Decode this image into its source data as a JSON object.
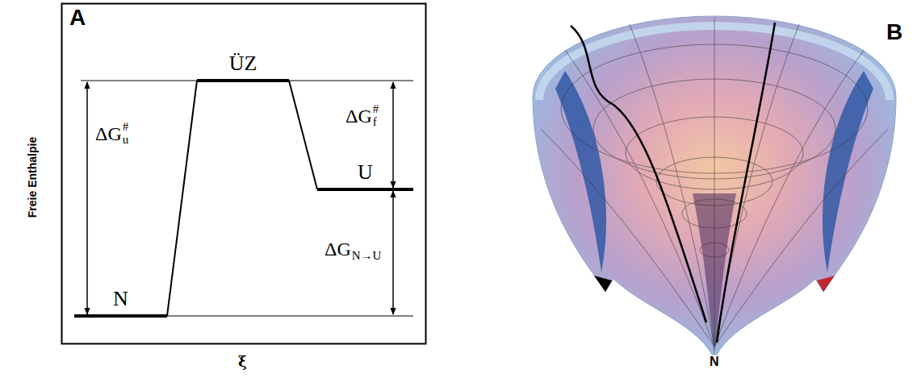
{
  "diagram": {
    "nodes": [
      {
        "text": [
          "N"
        ]
      },
      {
        "text": [
          "ÜZ"
        ]
      },
      {
        "text": [
          "U"
        ]
      }
    ],
    "edges": [
      {
        "from": 0,
        "to": 1,
        "arrow": "none"
      },
      {
        "from": 1,
        "to": 2,
        "arrow": "none"
      }
    ],
    "labels": [
      "ΔG",
      "#",
      "u",
      "ΔG",
      "#",
      "f",
      "ΔG",
      "N→U",
      "Freie Enthalpie",
      "ξ",
      "A",
      "B",
      "N"
    ]
  }
}
